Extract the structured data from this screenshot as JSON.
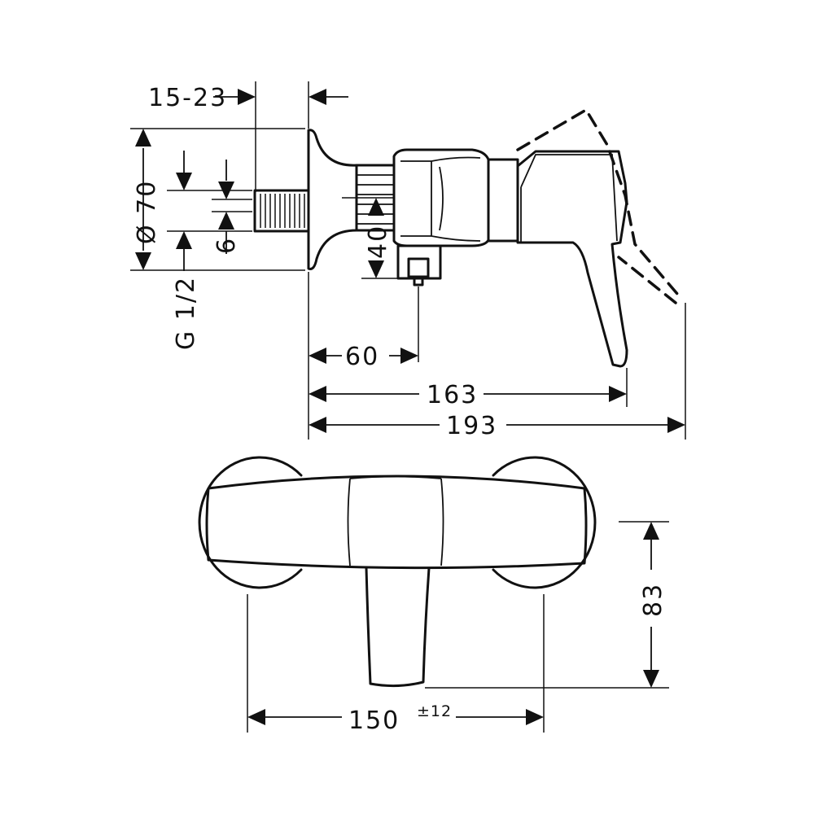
{
  "labels": {
    "wall_thickness": "15-23",
    "flange_diameter": "Ø 70",
    "thread": "G 1/2",
    "small_offset": "6",
    "outlet_height": "40",
    "outlet_offset": "60",
    "handle_length": "163",
    "total_length": "193",
    "center_distance": "150",
    "center_tolerance": "±12",
    "depth_front": "83"
  },
  "colors": {
    "ink": "#111111",
    "paper": "#ffffff"
  }
}
